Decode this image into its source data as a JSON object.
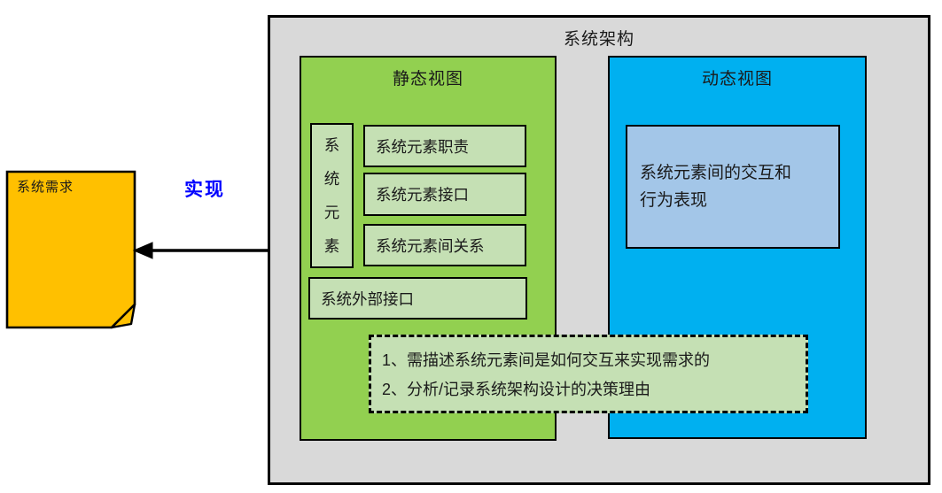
{
  "note": {
    "label": "系统需求"
  },
  "arrow": {
    "label": "实现"
  },
  "architecture": {
    "title": "系统架构",
    "static_view": {
      "title": "静态视图",
      "vertical_label": "系\n统\n元\n素",
      "items": [
        "系统元素职责",
        "系统元素接口",
        "系统元素间关系"
      ],
      "external_interface": "系统外部接口"
    },
    "dynamic_view": {
      "title": "动态视图",
      "content": "系统元素间的交互和\n行为表现"
    },
    "notes": {
      "line1": "1、需描述系统元素间是如何交互来实现需求的",
      "line2": "2、分析/记录系统架构设计的决策理由"
    }
  },
  "colors": {
    "note_fill": "#ffc000",
    "container_fill": "#d9d9d9",
    "static_fill": "#92d050",
    "dynamic_fill": "#00b0f0",
    "light_green": "#c5e0b4",
    "light_blue": "#a3c6e8",
    "arrow_label": "#0000ff"
  }
}
